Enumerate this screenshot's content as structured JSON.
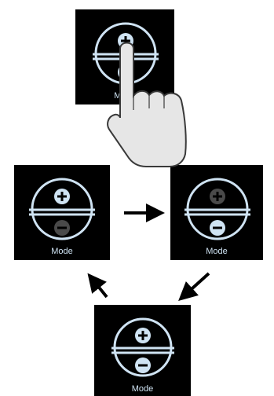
{
  "colors": {
    "panel_bg": "#000000",
    "symbol_light": "#cfe3f3",
    "symbol_dim": "#4a4a4a",
    "hand_fill": "#e6e6e6",
    "hand_stroke": "#3a3a3a",
    "arrow": "#000000"
  },
  "panels": {
    "top": {
      "label": "Mode",
      "plus_state": "active",
      "minus_state": "active"
    },
    "left": {
      "label": "Mode",
      "plus_state": "active",
      "minus_state": "dimmed"
    },
    "right": {
      "label": "Mode",
      "plus_state": "dimmed",
      "minus_state": "active"
    },
    "bottom": {
      "label": "Mode",
      "plus_state": "active",
      "minus_state": "active"
    }
  },
  "icons": {
    "mode_symbol": "split-circle-plus-minus-icon",
    "hand": "pointing-hand-icon",
    "arrow": "arrow-icon"
  }
}
